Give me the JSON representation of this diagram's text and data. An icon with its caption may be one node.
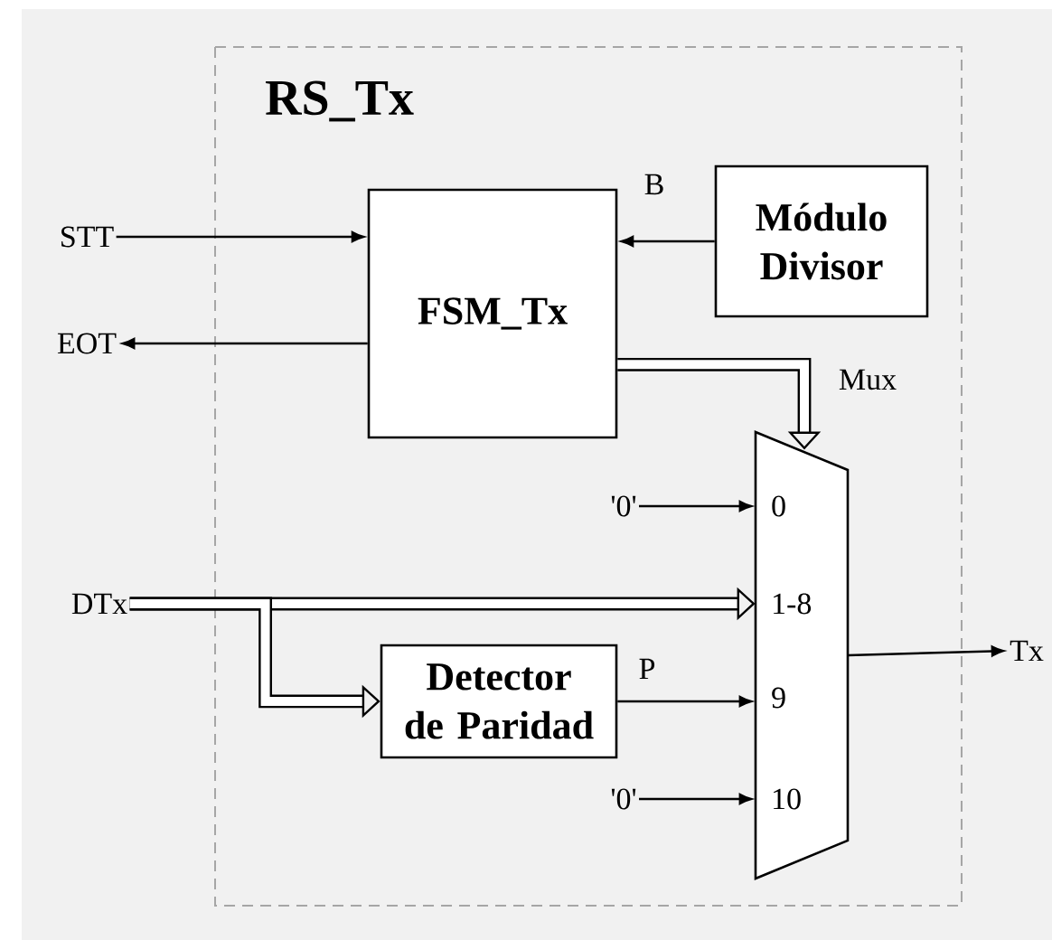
{
  "diagram": {
    "nodes": [
      {
        "text": [
          "RS_Tx"
        ]
      },
      {
        "text": [
          "FSM_Tx"
        ],
        "in": 0
      },
      {
        "text": [
          "Módulo Divisor"
        ],
        "in": 0
      },
      {
        "text": [
          "0",
          "1-8",
          "9",
          "10"
        ],
        "in": 0
      },
      {
        "text": [
          "Detector de Paridad"
        ],
        "in": 0
      },
      {
        "text": [
          "STT"
        ]
      },
      {
        "text": [
          "EOT"
        ]
      },
      {
        "text": [
          "DTx"
        ]
      },
      {
        "text": [
          "'0'"
        ],
        "in": 0
      },
      {
        "text": [
          "'0'"
        ],
        "in": 0
      },
      {
        "text": [
          "Tx"
        ]
      }
    ],
    "edges": [
      {
        "from": 5,
        "to": 1,
        "arrow": "to"
      },
      {
        "from": 1,
        "to": 6,
        "arrow": "to"
      },
      {
        "from": 2,
        "to": 1,
        "arrow": "to",
        "label": "B"
      },
      {
        "from": 1,
        "to": 3,
        "arrow": "to",
        "label": "Mux",
        "style": "thick"
      },
      {
        "from": 8,
        "to": 3,
        "arrow": "to"
      },
      {
        "from": 7,
        "to": 3,
        "arrow": "to",
        "style": "thick"
      },
      {
        "from": 7,
        "to": 4,
        "arrow": "to",
        "style": "thick"
      },
      {
        "from": 4,
        "to": 3,
        "arrow": "to",
        "label": "P"
      },
      {
        "from": 9,
        "to": 3,
        "arrow": "to"
      },
      {
        "from": 3,
        "to": 10,
        "arrow": "to"
      }
    ]
  }
}
